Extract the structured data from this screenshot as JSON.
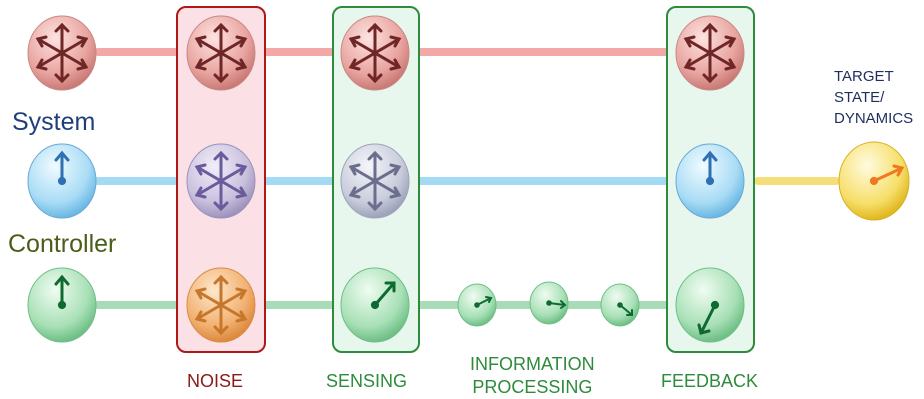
{
  "row_labels": {
    "system": "System",
    "controller": "Controller"
  },
  "stage_labels": {
    "noise": "NOISE",
    "sensing": "SENSING",
    "processing_line1": "INFORMATION",
    "processing_line2": "PROCESSING",
    "feedback": "FEEDBACK"
  },
  "target_label": {
    "line1": "TARGET",
    "line2": "STATE/",
    "line3": "DYNAMICS"
  },
  "colors": {
    "noise": "#8b1a1a",
    "noise_panel_fill": "#fbe0e6",
    "panel_green": "#2e8b3c",
    "panel_green_fill": "#e6f6ec",
    "row1": "#c45a5a",
    "row1_line": "#f08c8c",
    "row2": "#4a90d0",
    "row2_line": "#8fd3f4",
    "row3": "#2e8b57",
    "row3_line": "#8fd6a4",
    "target": "#f0d040",
    "target_arrow": "#f07820",
    "system_text": "#1f3f7a",
    "controller_text": "#4a5e1a"
  },
  "icons": {
    "multi_arrow": "scatter-arrows-icon",
    "single_arrow": "clock-hand-icon"
  }
}
